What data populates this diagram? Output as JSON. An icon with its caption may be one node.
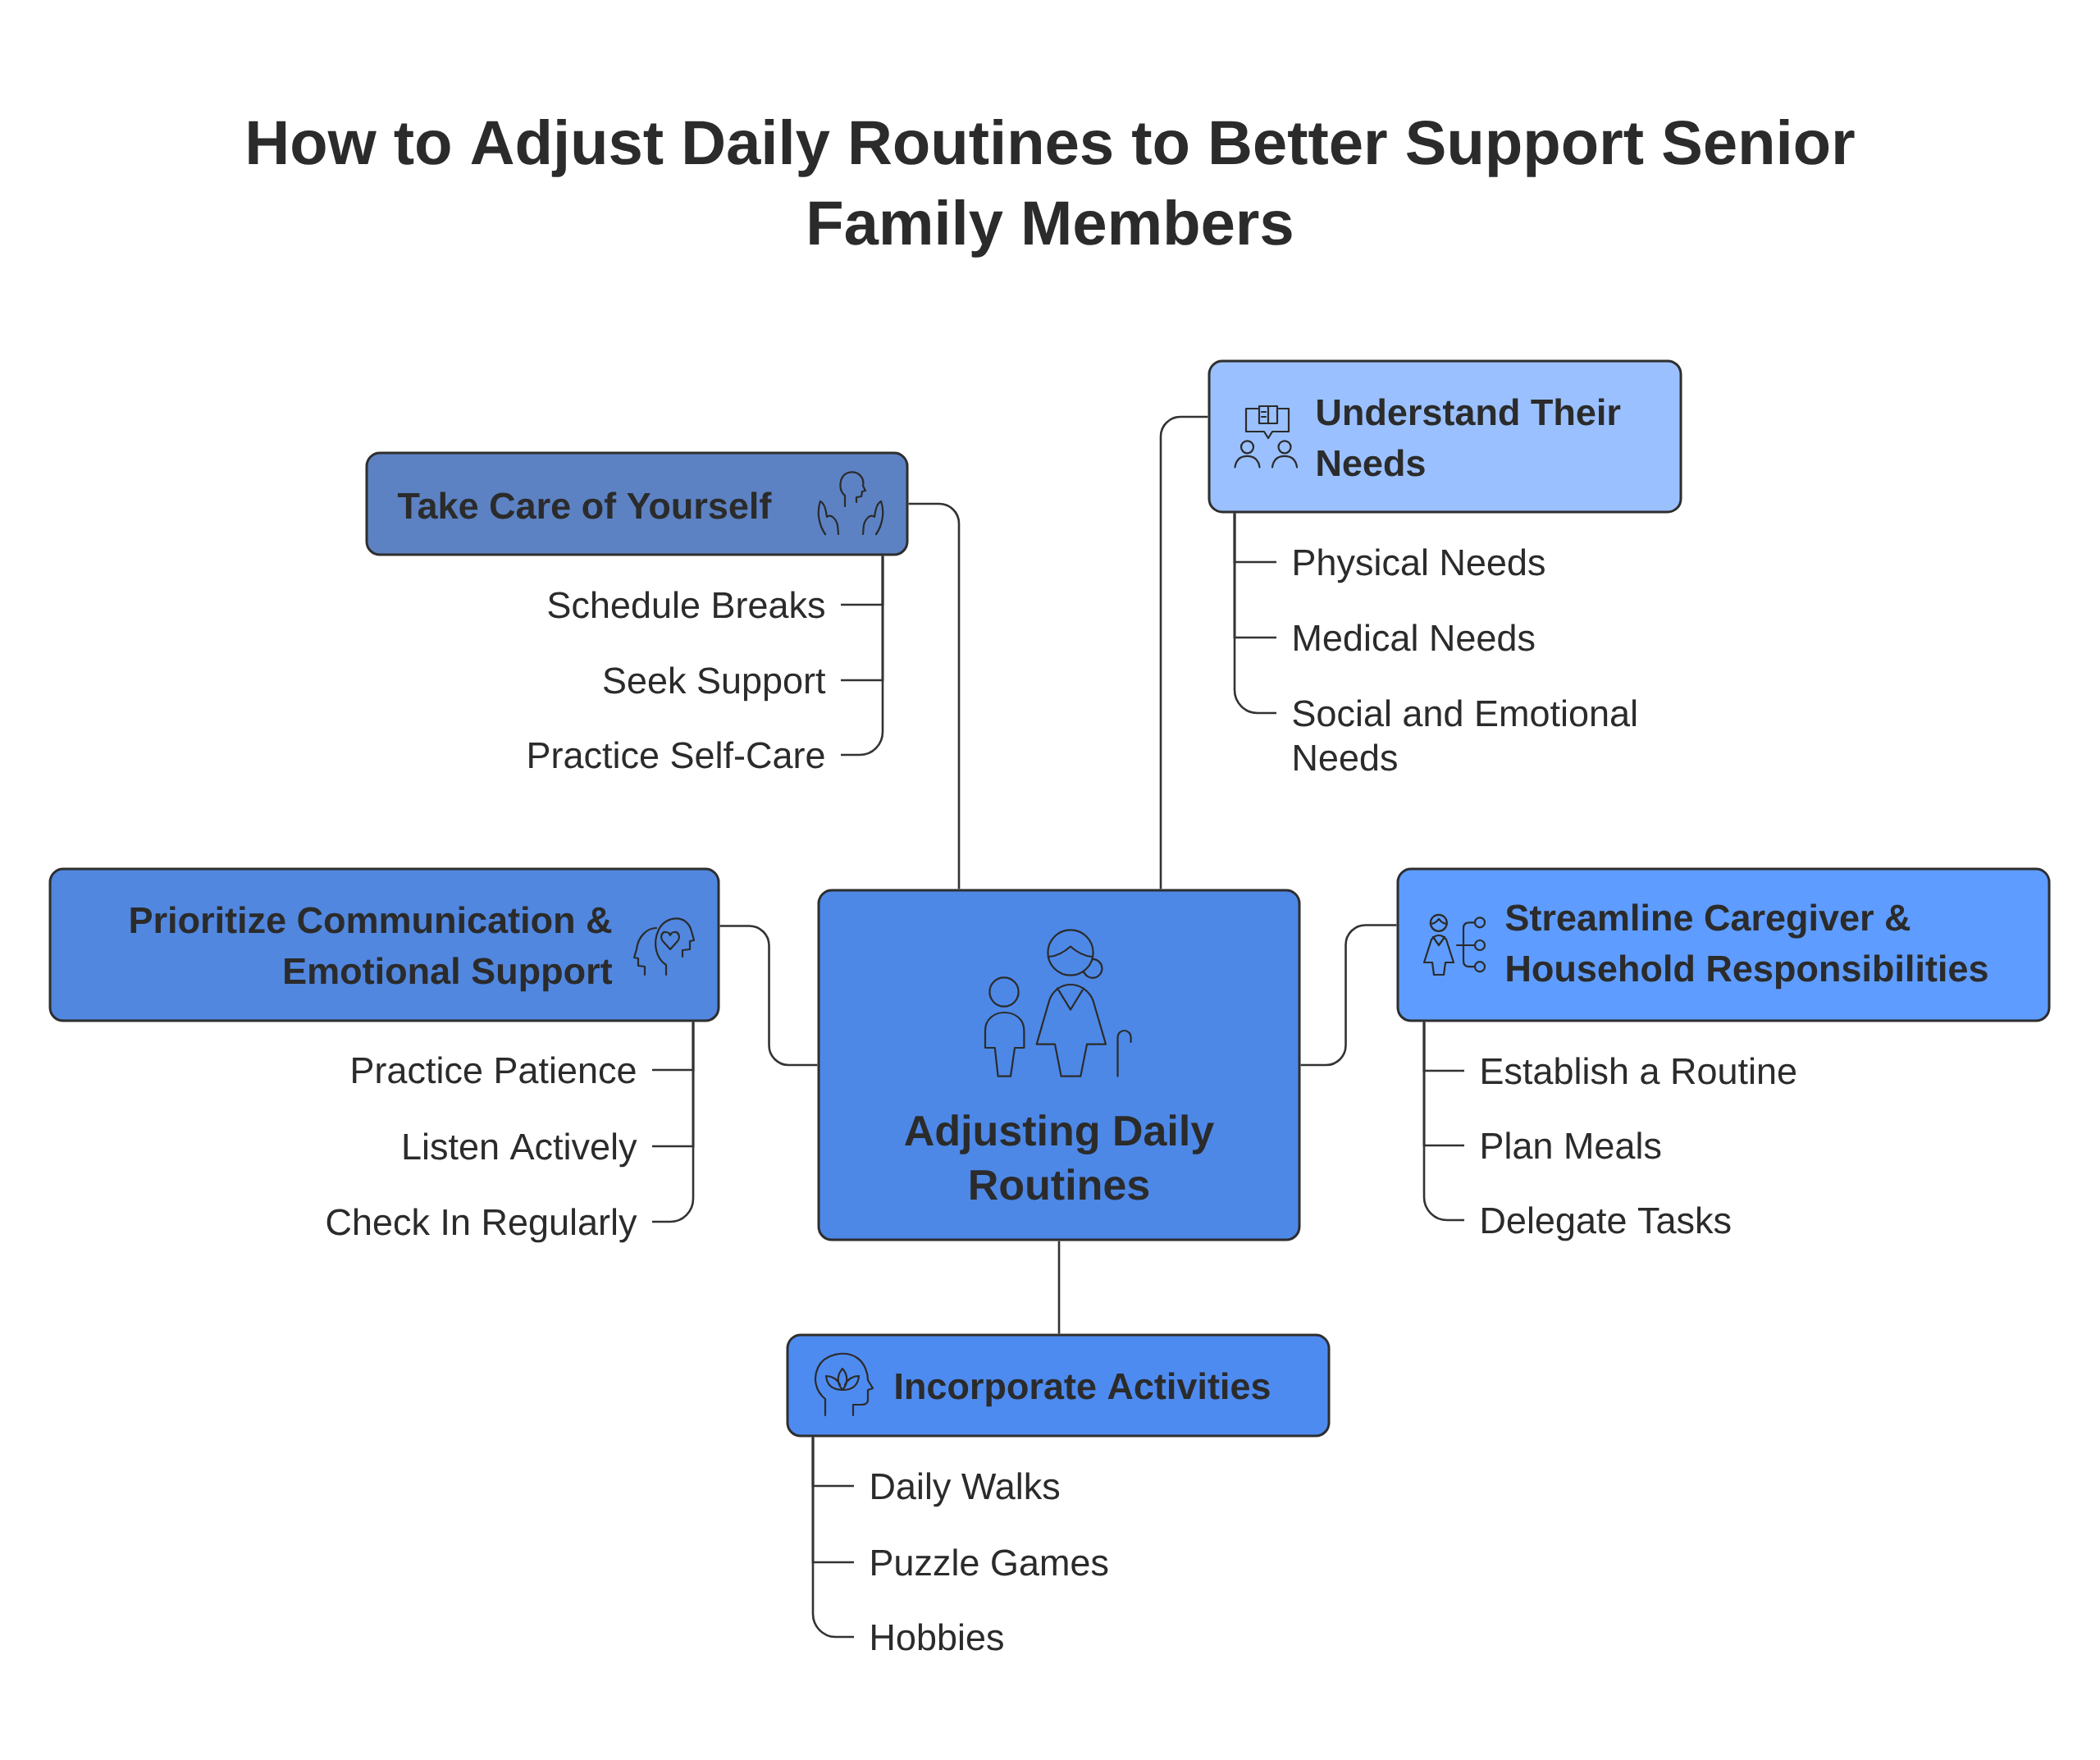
{
  "diagram": {
    "title": "How to Adjust Daily Routines to Better Support Senior Family Members",
    "nodes": [
      {
        "text": [
          "Adjusting Daily Routines"
        ]
      },
      {
        "text": [
          "Take Care of Yourself"
        ]
      },
      {
        "text": [
          "Schedule Breaks"
        ]
      },
      {
        "text": [
          "Seek Support"
        ]
      },
      {
        "text": [
          "Practice Self-Care"
        ]
      },
      {
        "text": [
          "Understand Their Needs"
        ]
      },
      {
        "text": [
          "Physical Needs"
        ]
      },
      {
        "text": [
          "Medical Needs"
        ]
      },
      {
        "text": [
          "Social and Emotional Needs"
        ]
      },
      {
        "text": [
          "Prioritize Communication & Emotional Support"
        ]
      },
      {
        "text": [
          "Practice Patience"
        ]
      },
      {
        "text": [
          "Listen Actively"
        ]
      },
      {
        "text": [
          "Check In Regularly"
        ]
      },
      {
        "text": [
          "Streamline Caregiver & Household Responsibilities"
        ]
      },
      {
        "text": [
          "Establish a Routine"
        ]
      },
      {
        "text": [
          "Plan Meals"
        ]
      },
      {
        "text": [
          "Delegate Tasks"
        ]
      },
      {
        "text": [
          "Incorporate Activities"
        ]
      },
      {
        "text": [
          "Daily Walks"
        ]
      },
      {
        "text": [
          "Puzzle Games"
        ]
      },
      {
        "text": [
          "Hobbies"
        ]
      }
    ],
    "edges": [
      {
        "from": 0,
        "to": 1,
        "arrow": "none"
      },
      {
        "from": 0,
        "to": 5,
        "arrow": "none"
      },
      {
        "from": 0,
        "to": 9,
        "arrow": "none"
      },
      {
        "from": 0,
        "to": 13,
        "arrow": "none"
      },
      {
        "from": 0,
        "to": 17,
        "arrow": "none"
      },
      {
        "from": 1,
        "to": 2,
        "arrow": "none"
      },
      {
        "from": 1,
        "to": 3,
        "arrow": "none"
      },
      {
        "from": 1,
        "to": 4,
        "arrow": "none"
      },
      {
        "from": 5,
        "to": 6,
        "arrow": "none"
      },
      {
        "from": 5,
        "to": 7,
        "arrow": "none"
      },
      {
        "from": 5,
        "to": 8,
        "arrow": "none"
      },
      {
        "from": 9,
        "to": 10,
        "arrow": "none"
      },
      {
        "from": 9,
        "to": 11,
        "arrow": "none"
      },
      {
        "from": 9,
        "to": 12,
        "arrow": "none"
      },
      {
        "from": 13,
        "to": 14,
        "arrow": "none"
      },
      {
        "from": 13,
        "to": 15,
        "arrow": "none"
      },
      {
        "from": 13,
        "to": 16,
        "arrow": "none"
      },
      {
        "from": 17,
        "to": 18,
        "arrow": "none"
      },
      {
        "from": 17,
        "to": 19,
        "arrow": "none"
      },
      {
        "from": 17,
        "to": 20,
        "arrow": "none"
      }
    ]
  }
}
